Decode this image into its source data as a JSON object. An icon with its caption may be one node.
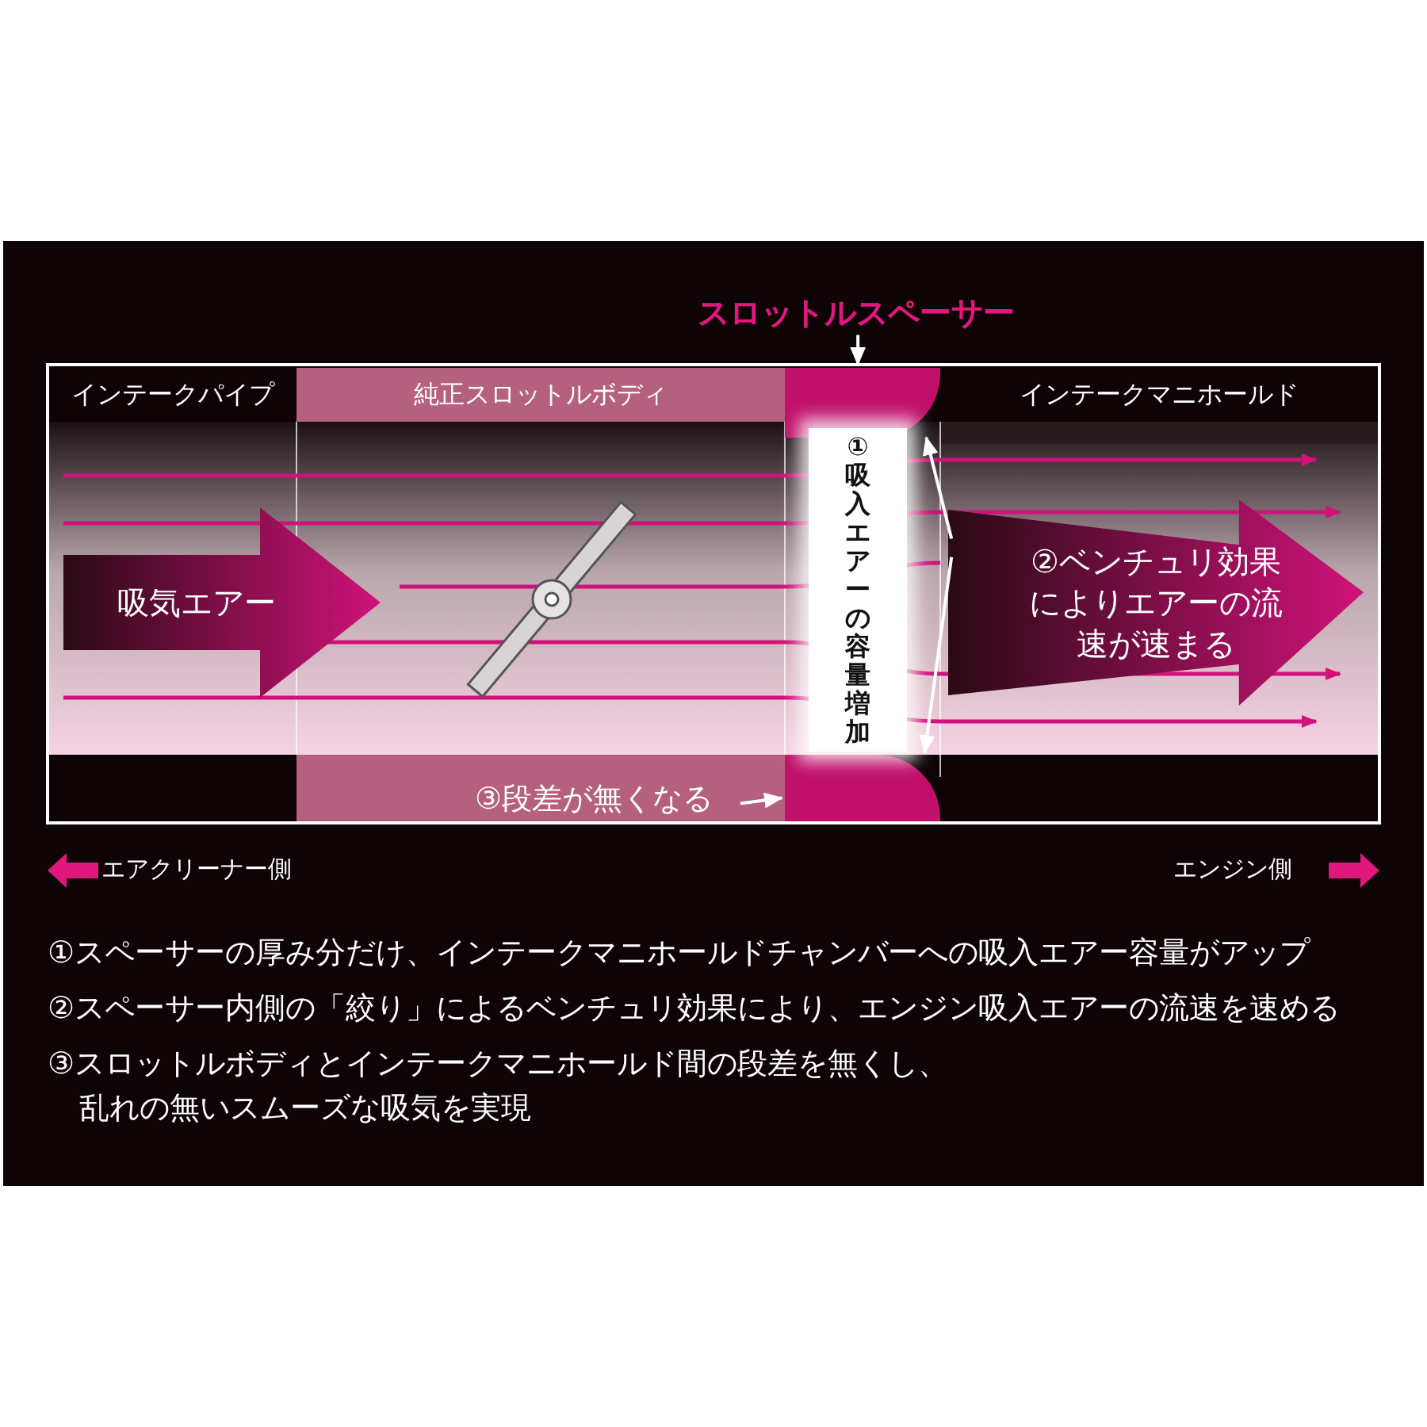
{
  "diagram": {
    "nodes": [
      {
        "text": [
          "スロットルスペーサー"
        ]
      },
      {
        "text": [
          "インテークパイプ"
        ]
      },
      {
        "text": [
          "純正スロットルボディ"
        ]
      },
      {
        "text": [],
        "shape": "box"
      },
      {
        "text": [
          "インテークマニホールド"
        ]
      },
      {
        "text": [
          "吸気エアー"
        ]
      },
      {
        "text": [
          "①吸入エアーの容量増加"
        ]
      },
      {
        "text": [
          "②ベンチュリ効果によりエアーの流速が速まる"
        ]
      },
      {
        "text": [
          "③段差が無くなる"
        ]
      },
      {
        "text": [],
        "shape": "box"
      }
    ],
    "edges": [
      {
        "from": 0,
        "to": 3,
        "arrow": "to"
      },
      {
        "from": 7,
        "to": 3,
        "arrow": "to"
      },
      {
        "from": 7,
        "to": 9,
        "arrow": "to"
      },
      {
        "from": 8,
        "to": 9,
        "arrow": "to"
      }
    ],
    "labels": [
      "エアクリーナー側",
      "エンジン側",
      "①スペーサーの厚み分だけ、インテークマニホールドチャンバーへの吸入エアー容量がアップ",
      "②スペーサー内側の「絞り」によるベンチュリ効果により、エンジン吸入エアーの流速を速める",
      "③スロットルボディとインテークマニホールド間の段差を無くし、乱れの無いスムーズな吸気を実現"
    ]
  }
}
